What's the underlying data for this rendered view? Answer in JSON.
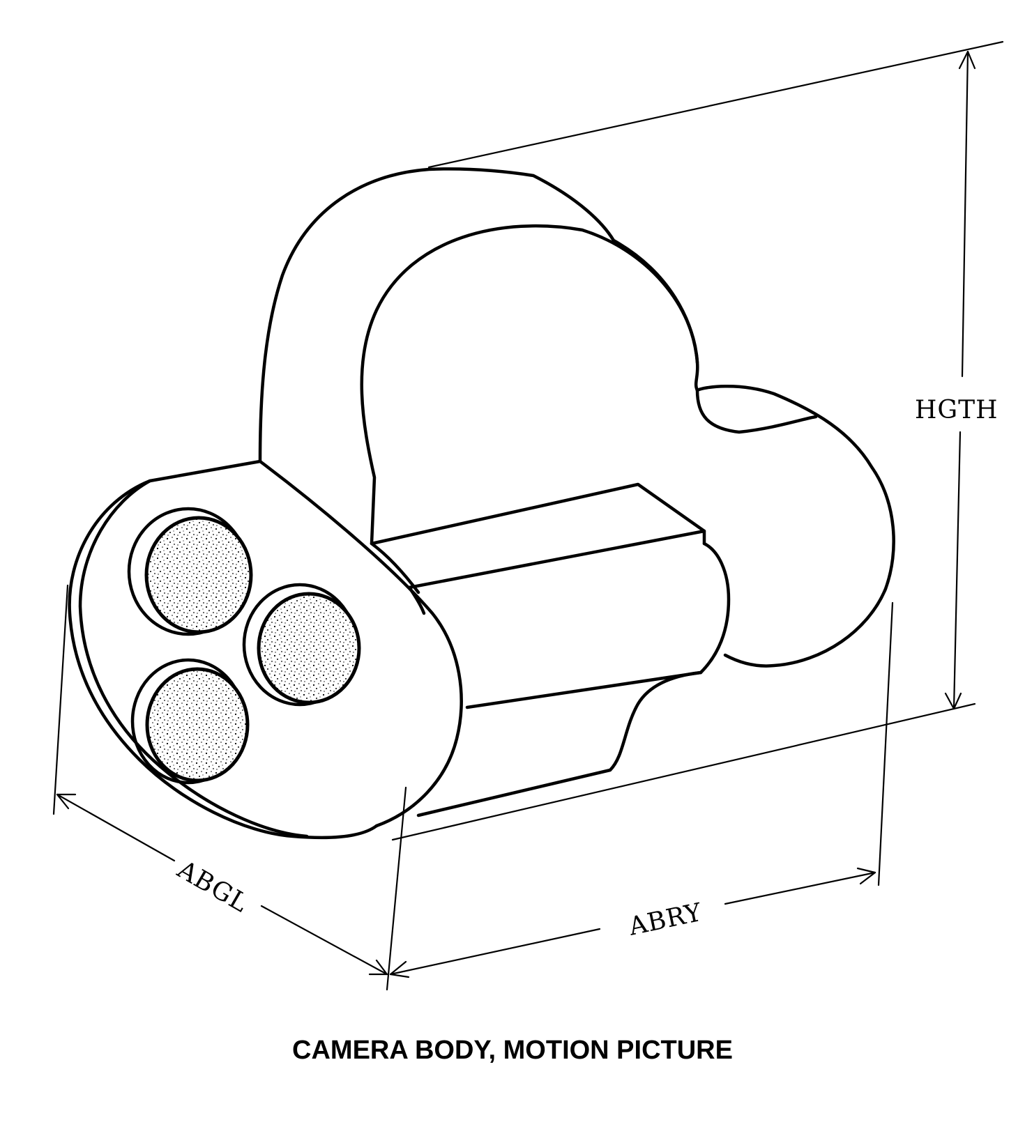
{
  "caption": "CAMERA BODY, MOTION PICTURE",
  "dimensions": {
    "height_label": "HGTH",
    "width_label": "ABGL",
    "depth_label": "ABRY"
  },
  "lens_turret": {
    "lens_count": 3
  },
  "colors": {
    "ink": "#000000",
    "paper": "#ffffff"
  }
}
